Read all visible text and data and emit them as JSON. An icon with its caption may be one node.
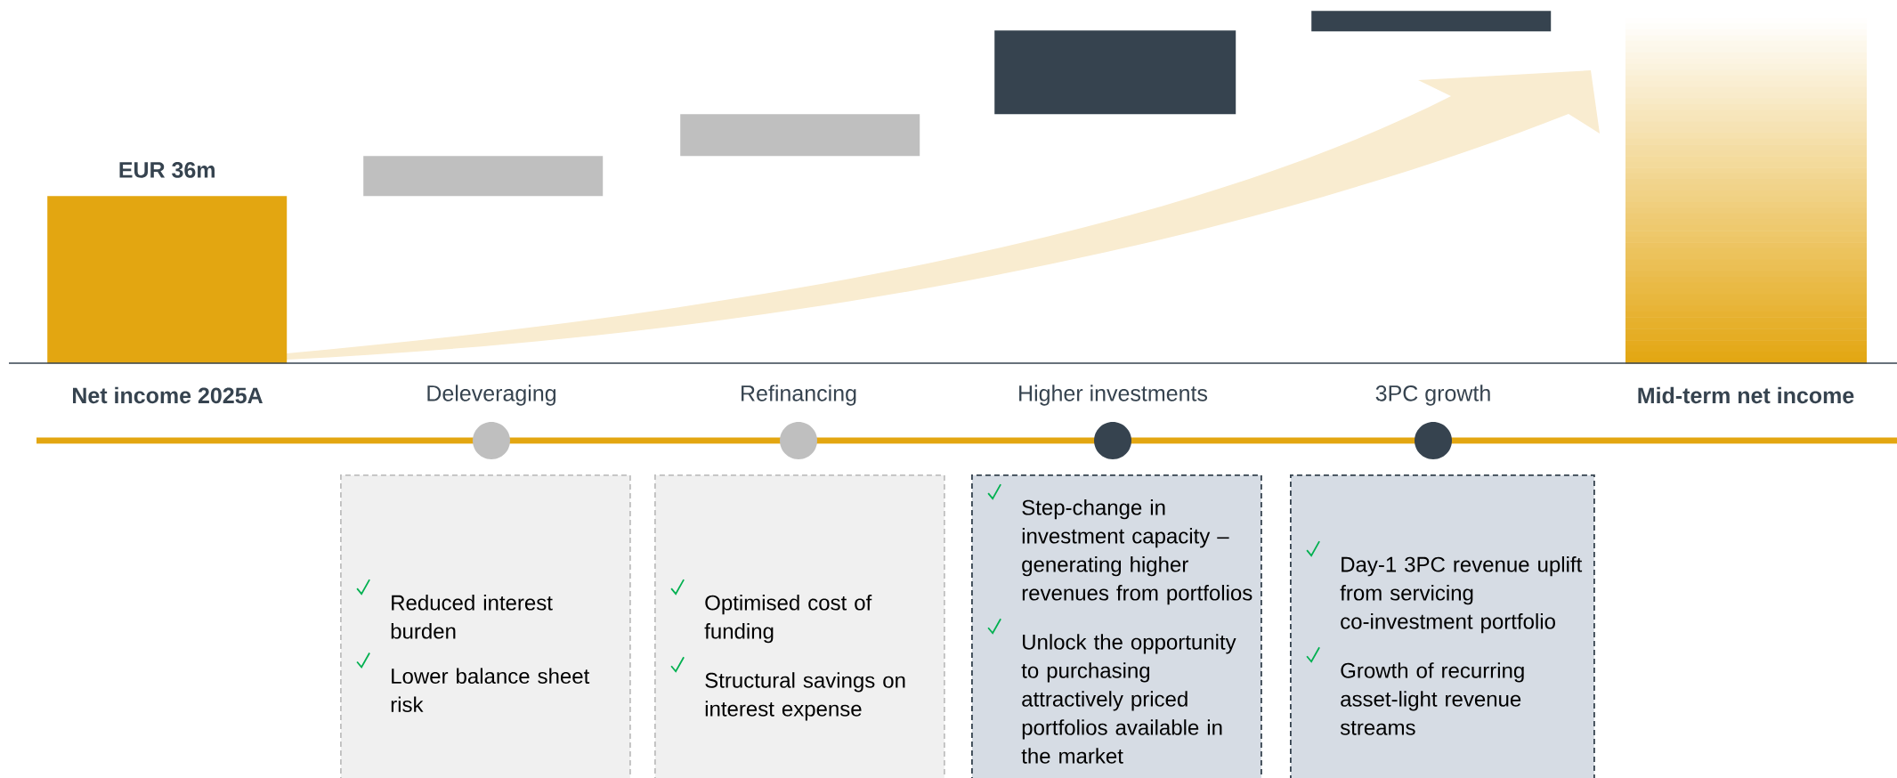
{
  "diagram": {
    "nodes": [
      {
        "text": [],
        "shape": "bar",
        "beside": [
          "EUR 36m"
        ]
      },
      {
        "text": [],
        "shape": "bar"
      },
      {
        "text": [],
        "shape": "bar"
      },
      {
        "text": [],
        "shape": "bar"
      },
      {
        "text": [],
        "shape": "bar"
      },
      {
        "text": [],
        "shape": "bar"
      },
      {
        "text": [
          "Reduced interest burden",
          "Lower balance sheet risk"
        ]
      },
      {
        "text": [
          "Optimised cost of funding",
          "Structural savings on interest expense"
        ]
      },
      {
        "text": [
          "Step-change in investment capacity – generating higher revenues from portfolios",
          "Unlock the opportunity to purchasing attractively priced portfolios available in the market"
        ]
      },
      {
        "text": [
          "Day-1 3PC revenue uplift from servicing co-investment portfolio",
          "Growth of recurring asset-light revenue streams"
        ]
      }
    ],
    "labels": [
      "Net income 2025A",
      "Deleveraging",
      "Refinancing",
      "Higher investments",
      "3PC growth",
      "Mid-term net income"
    ]
  }
}
